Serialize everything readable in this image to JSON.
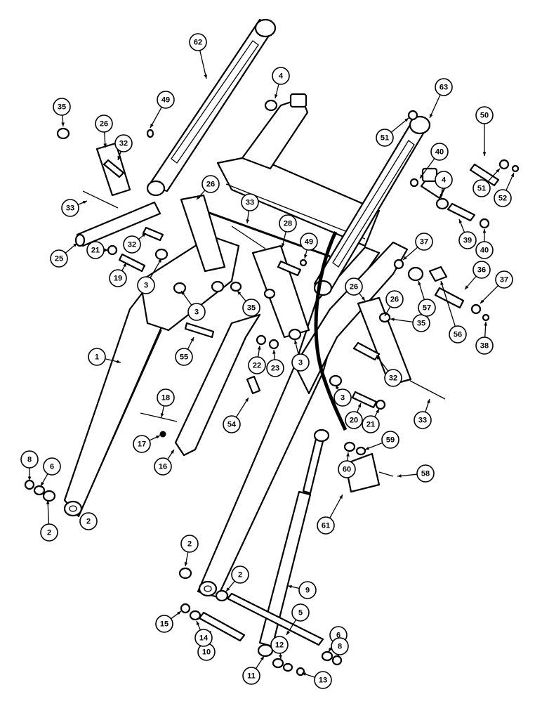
{
  "diagram": {
    "callouts": [
      "1",
      "2",
      "2",
      "2",
      "2",
      "3",
      "3",
      "3",
      "3",
      "4",
      "4",
      "5",
      "6",
      "6",
      "8",
      "8",
      "9",
      "10",
      "11",
      "12",
      "13",
      "14",
      "15",
      "16",
      "17",
      "18",
      "19",
      "20",
      "21",
      "21",
      "22",
      "23",
      "25",
      "26",
      "26",
      "26",
      "26",
      "28",
      "32",
      "32",
      "32",
      "33",
      "33",
      "33",
      "35",
      "35",
      "35",
      "36",
      "37",
      "37",
      "38",
      "39",
      "40",
      "40",
      "49",
      "49",
      "50",
      "51",
      "51",
      "52",
      "54",
      "55",
      "56",
      "57",
      "58",
      "59",
      "60",
      "61",
      "62",
      "63"
    ]
  },
  "colors": {
    "line": "#000000",
    "background": "#ffffff"
  }
}
